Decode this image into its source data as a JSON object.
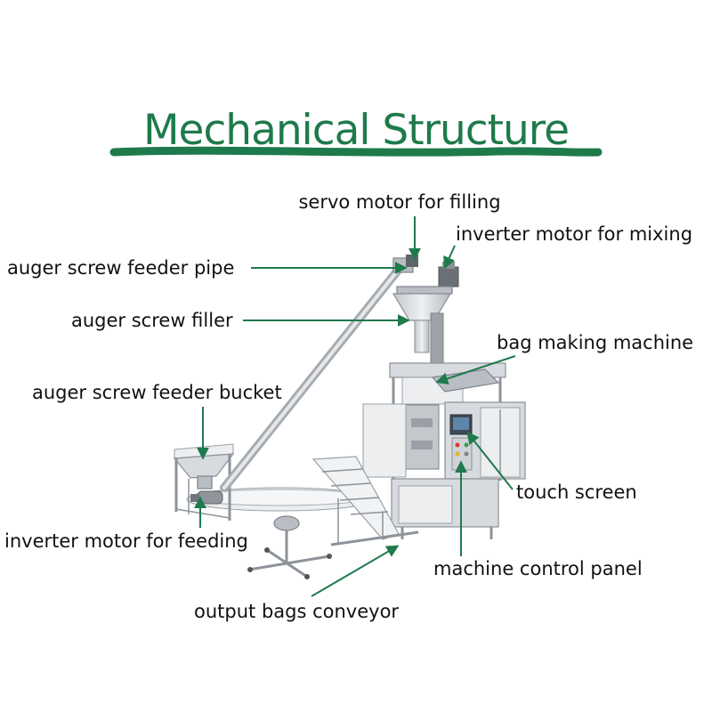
{
  "title": "Mechanical Structure",
  "colors": {
    "accent": "#1e7a4b",
    "leader": "#1f7a4d",
    "steel": "#d7dade"
  },
  "labels": {
    "servo_motor": "servo motor for filling",
    "inverter_mixing": "inverter motor for mixing",
    "feeder_pipe": "auger screw feeder pipe",
    "screw_filler": "auger screw filler",
    "bag_making": "bag making machine",
    "feeder_bucket": "auger screw feeder bucket",
    "touch_screen": "touch screen",
    "inverter_feeding": "inverter motor for feeding",
    "control_panel": "machine control panel",
    "output_conveyor": "output bags conveyor"
  }
}
